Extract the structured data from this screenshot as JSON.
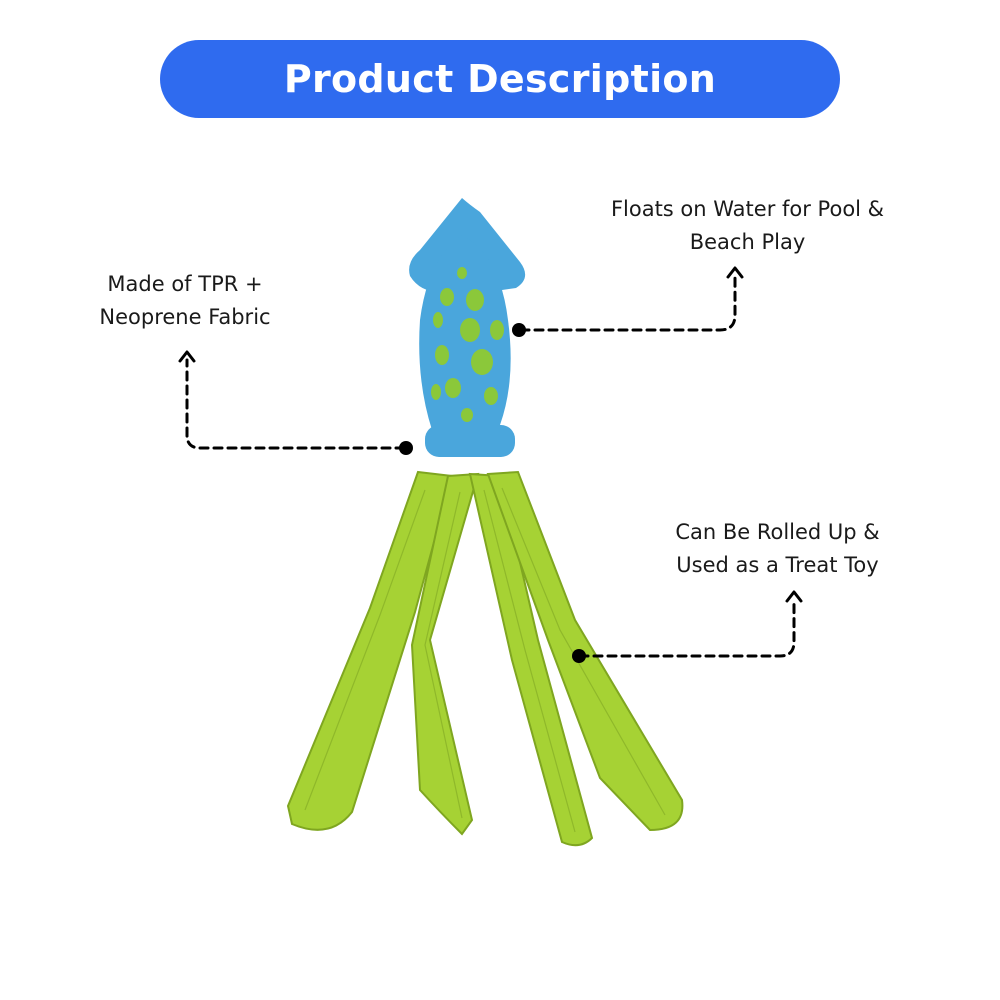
{
  "banner": {
    "title": "Product Description"
  },
  "colors": {
    "banner": "#2f6bef",
    "toy_head": "#4aa6dc",
    "toy_holes": "#8bc83a",
    "tentacles": "#a6d234",
    "leader_lines": "#000000"
  },
  "callouts": {
    "material": {
      "line1": "Made of TPR +",
      "line2": "Neoprene Fabric"
    },
    "floats": {
      "line1": "Floats on Water for Pool &",
      "line2": "Beach Play"
    },
    "treat": {
      "line1": "Can Be Rolled Up &",
      "line2": "Used as a Treat Toy"
    }
  },
  "product": {
    "depiction": "squid-shaped-dog-toy"
  }
}
